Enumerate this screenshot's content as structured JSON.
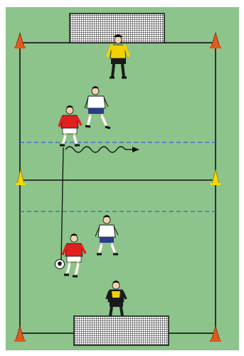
{
  "diagram": {
    "type": "soccer-drill",
    "description_visible_text": "",
    "colors": {
      "background": "#ffffff",
      "pitch": "#8cc48c",
      "lines": "#111111",
      "dashed_zone_lines": "#3a5ed8",
      "cone_corner": "#e2581e",
      "cone_side": "#f5d800",
      "team_red_shirt": "#e02020",
      "team_white_shirt": "#ffffff",
      "goalkeeper_shirt": "#f2d000",
      "shorts_dark": "#1a1a1a",
      "shorts_blue": "#2a3c8a"
    },
    "elements": {
      "goals": [
        "top-goal",
        "bottom-goal"
      ],
      "cones": [
        "corner-cone",
        "corner-cone",
        "corner-cone",
        "corner-cone",
        "side-cone",
        "side-cone"
      ],
      "players": [
        "goalkeeper-top",
        "defender-white-top",
        "attacker-red-top",
        "defender-white-bottom",
        "attacker-red-bottom",
        "goalkeeper-bottom"
      ],
      "ball": "soccer-ball",
      "paths": [
        "pass-line",
        "dribble-arrow"
      ]
    }
  }
}
